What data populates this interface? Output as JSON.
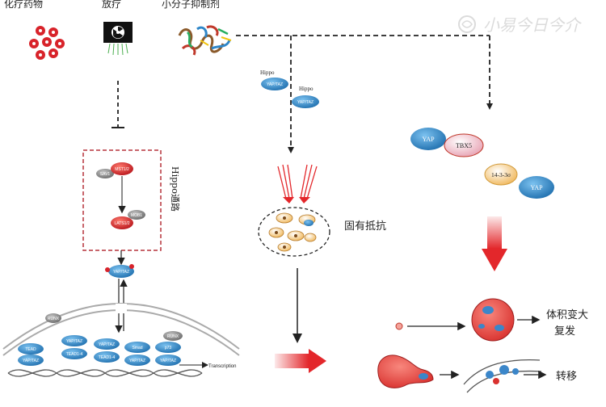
{
  "top_labels": {
    "chemo": "化疗药物",
    "radio": "放疗",
    "inhibitor": "小分子抑制剂"
  },
  "watermark": "小易今日今介",
  "hippo_pathway_label": "Hippo通路",
  "hippo_pathway_nodes": [
    "SAV1",
    "MST1/2",
    "MOB1",
    "LATS1/2"
  ],
  "yap_taz_node": "YAP/TAZ",
  "nucleus_nodes": [
    "RUNX",
    "YAP/TAZ",
    "TEAD1-4",
    "YAP/TAZ",
    "TEAD1-4",
    "TEAD",
    "YAP/TAZ",
    "Smad",
    "YAP/TAZ",
    "p73",
    "YAP/TAZ",
    "RUNX"
  ],
  "transcription_label": "Transcription",
  "middle": {
    "hippo_label_1": "Hippo",
    "hippo_node_1": "YAP/TAZ",
    "hippo_label_2": "Hippo",
    "hippo_node_2": "YAP/TAZ",
    "resistance_label": "固有抵抗"
  },
  "right": {
    "yap_1": "YAP",
    "tbx5": "TBX5",
    "protein_1433": "14-3-3σ",
    "yap_2": "YAP"
  },
  "outcomes": {
    "volume_line1": "体积变大",
    "volume_line2": "复发",
    "metastasis": "转移"
  },
  "colors": {
    "blue_node": "#2e86c8",
    "red_node": "#d8232a",
    "grey_node": "#8a8a8a",
    "tumor": "#e8524f",
    "arrow_red": "#e3272b"
  }
}
